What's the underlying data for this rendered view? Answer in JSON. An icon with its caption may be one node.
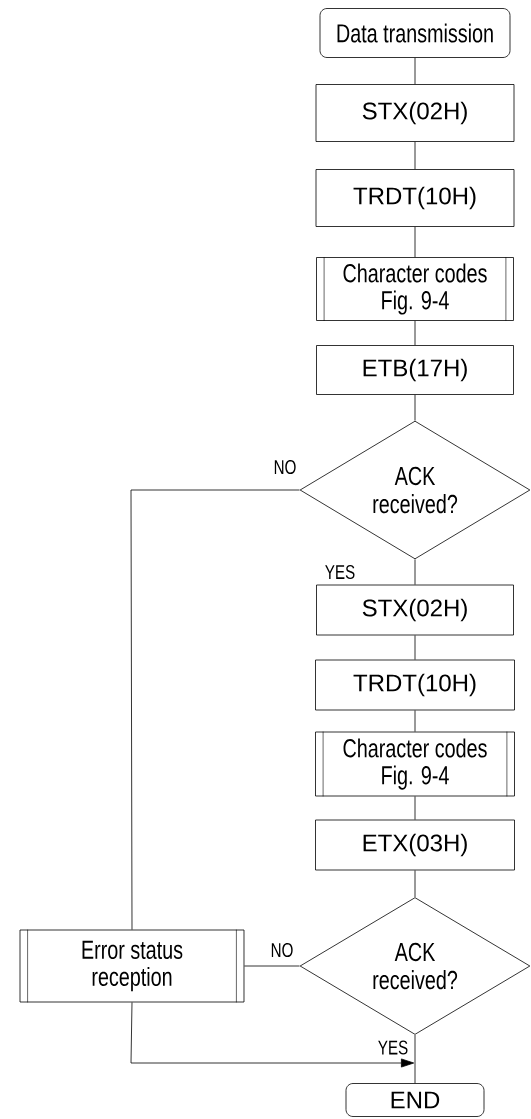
{
  "diagram": {
    "nodes": [
      {
        "text": [
          "Data transmission"
        ]
      },
      {
        "text": [
          "STX(02H)"
        ]
      },
      {
        "text": [
          "TRDT(10H)"
        ]
      },
      {
        "text": [
          "Character codes Fig. 9-4"
        ]
      },
      {
        "text": [
          "ETB(17H)"
        ]
      },
      {
        "text": [
          "ACK received?"
        ]
      },
      {
        "text": [
          "STX(02H)"
        ]
      },
      {
        "text": [
          "TRDT(10H)"
        ]
      },
      {
        "text": [
          "Character codes Fig. 9-4"
        ]
      },
      {
        "text": [
          "ETX(03H)"
        ]
      },
      {
        "text": [
          "ACK received?"
        ]
      },
      {
        "text": [
          "Error status reception"
        ]
      },
      {
        "text": [
          "END"
        ]
      }
    ],
    "edges": [
      {
        "from": 0,
        "to": 1,
        "arrow": "none"
      },
      {
        "from": 1,
        "to": 2,
        "arrow": "none"
      },
      {
        "from": 2,
        "to": 3,
        "arrow": "none"
      },
      {
        "from": 3,
        "to": 4,
        "arrow": "none"
      },
      {
        "from": 4,
        "to": 5,
        "arrow": "none"
      },
      {
        "from": 5,
        "to": 6,
        "arrow": "none",
        "label": "YES"
      },
      {
        "from": 5,
        "to": 11,
        "arrow": "none",
        "label": "NO"
      },
      {
        "from": 6,
        "to": 7,
        "arrow": "none"
      },
      {
        "from": 7,
        "to": 8,
        "arrow": "none"
      },
      {
        "from": 8,
        "to": 9,
        "arrow": "none"
      },
      {
        "from": 9,
        "to": 10,
        "arrow": "none"
      },
      {
        "from": 10,
        "to": 11,
        "arrow": "none",
        "label": "NO"
      },
      {
        "from": 10,
        "to": 12,
        "arrow": "none",
        "label": "YES"
      },
      {
        "from": 11,
        "to": 12,
        "arrow": "to"
      }
    ]
  }
}
